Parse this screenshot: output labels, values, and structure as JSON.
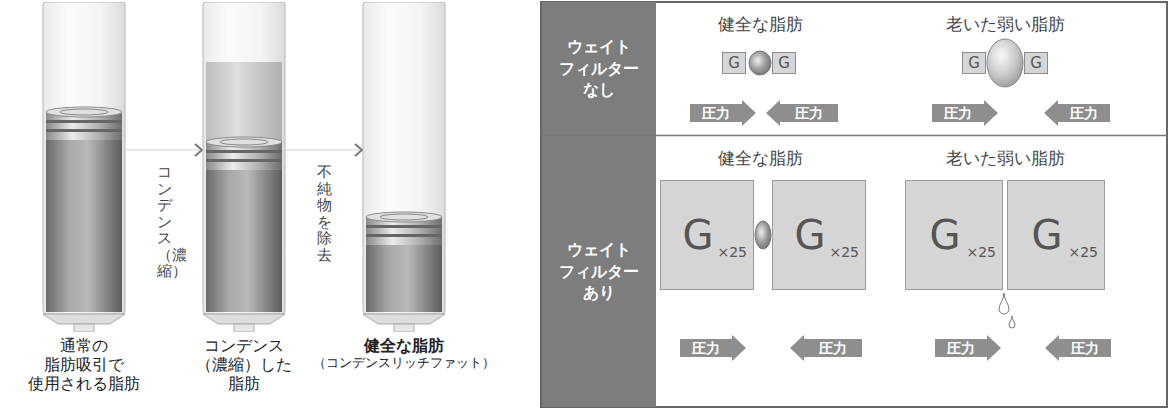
{
  "diagram": {
    "nodes": [
      {
        "text": [
          "通常の 脂肪吸引で 使用される脂肪"
        ]
      },
      {
        "text": [
          "コンデンス （濃縮）した 脂肪"
        ]
      },
      {
        "text": [
          "健全な脂肪",
          "（コンデンスリッチファット）"
        ]
      },
      {
        "text": [
          "ウェイト フィルター なし"
        ]
      },
      {
        "text": [
          "G"
        ]
      },
      {
        "text": [
          "G"
        ]
      },
      {
        "text": [
          "圧力"
        ]
      },
      {
        "text": [
          "圧力"
        ]
      },
      {
        "text": [
          "G"
        ]
      },
      {
        "text": [
          "G"
        ]
      },
      {
        "text": [
          "圧力"
        ]
      },
      {
        "text": [
          "圧力"
        ]
      },
      {
        "text": [
          "ウェイト フィルター あり"
        ]
      },
      {
        "text": [
          "G",
          "×25"
        ]
      },
      {
        "text": [
          "G",
          "×25"
        ]
      },
      {
        "text": [
          "圧力"
        ]
      },
      {
        "text": [
          "圧力"
        ]
      },
      {
        "text": [
          "G",
          "×25"
        ]
      },
      {
        "text": [
          "G",
          "×25"
        ]
      },
      {
        "text": [
          "圧力"
        ]
      },
      {
        "text": [
          "圧力"
        ]
      }
    ],
    "edges": [
      {
        "from": 0,
        "to": 1,
        "arrow": "to",
        "label": "コンデンス（濃縮）"
      },
      {
        "from": 1,
        "to": 2,
        "arrow": "to",
        "label": "不純物を除去"
      }
    ],
    "labels": [
      "健全な脂肪",
      "老いた弱い脂肪",
      "健全な脂肪",
      "老いた弱い脂肪"
    ]
  }
}
